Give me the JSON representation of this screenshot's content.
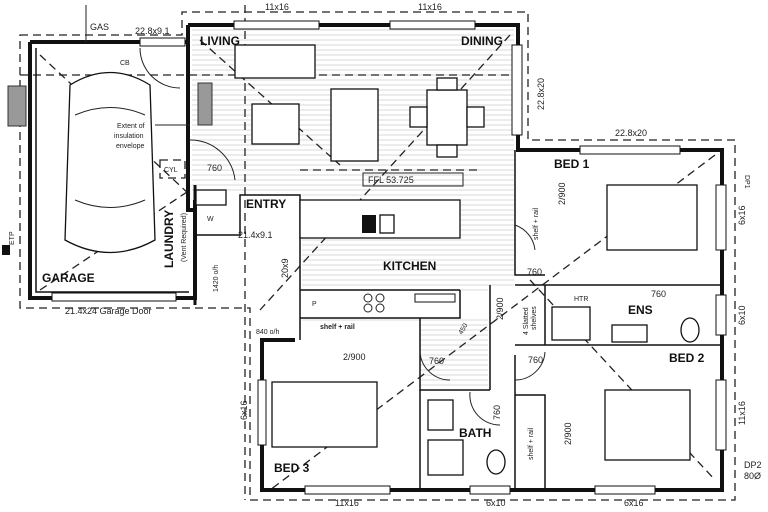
{
  "plan": {
    "rooms": {
      "living": "LIVING",
      "dining": "DINING",
      "bed1": "BED 1",
      "bed2": "BED 2",
      "bed3": "BED 3",
      "entry": "ENTRY",
      "kitchen": "KITCHEN",
      "laundry": "LAUNDRY",
      "laundry_note": "(Vent Required)",
      "garage": "GARAGE",
      "ens": "ENS",
      "bath": "BATH"
    },
    "labels": {
      "gas": "GAS",
      "cb": "CB",
      "etp": "ETP",
      "ffl": "FFL 53.725",
      "insulation": [
        "Extent of",
        "insulation",
        "envelope"
      ],
      "cyl": "CYL",
      "washer": "W",
      "pantry": "P",
      "htr": "HTR",
      "slatted": [
        "4 Slatted",
        "shelves"
      ],
      "shelf_rail": "shelf + rail",
      "dp1": "DP1",
      "dp2": [
        "DP2",
        "80Ø"
      ]
    },
    "dimensions": {
      "garage_window": "22.8x9.1",
      "living_top_window": "11x16",
      "dining_top_window": "11x16",
      "dining_side_window": "22.8x20",
      "bed1_top_window": "22.8x20",
      "bed1_side_window": "6x16",
      "ens_window": "6x10",
      "bed2_side_window": "11x16",
      "bed3_bottom_window": "11x16",
      "bath_window": "6x10",
      "bed2_bottom_window": "6x16",
      "bed3_side_window": "6x16",
      "entry_window": "21.4x9.1",
      "kitchen_window": "20x9",
      "garage_door": "21.4x24 Garage Door",
      "overhang_1420": "1420 o/h",
      "overhang_840": "840 o/h",
      "door_760": "760",
      "wardrobe_2900": "2/900",
      "door_450": "450"
    }
  }
}
